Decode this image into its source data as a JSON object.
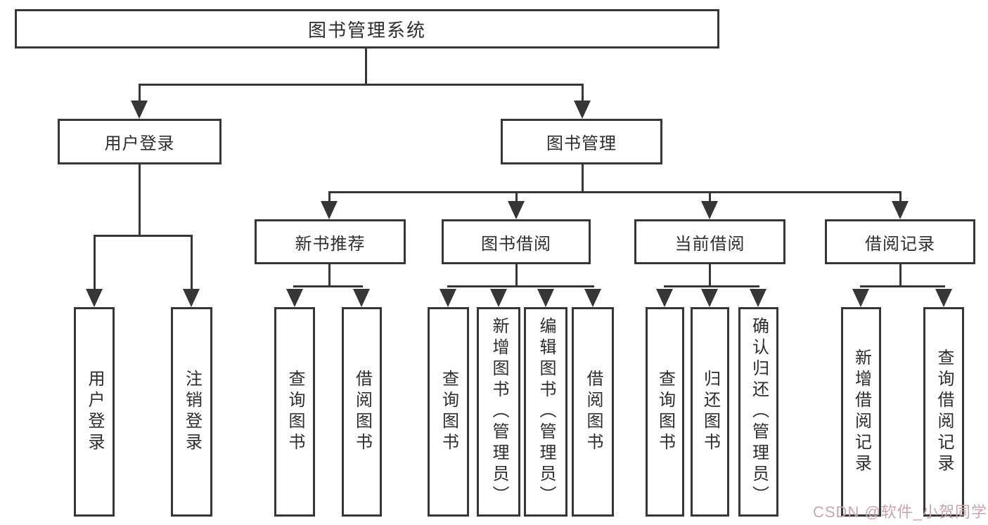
{
  "diagram": {
    "title": "图书管理系统",
    "level1": [
      {
        "label": "用户登录"
      },
      {
        "label": "图书管理"
      }
    ],
    "level2": [
      {
        "label": "新书推荐"
      },
      {
        "label": "图书借阅"
      },
      {
        "label": "当前借阅"
      },
      {
        "label": "借阅记录"
      }
    ],
    "leaves": [
      {
        "label": "用户登录"
      },
      {
        "label": "注销登录"
      },
      {
        "label": "查询图书"
      },
      {
        "label": "借阅图书"
      },
      {
        "label": "查询图书"
      },
      {
        "label": "新增图书（管理员）"
      },
      {
        "label": "编辑图书（管理员）"
      },
      {
        "label": "借阅图书"
      },
      {
        "label": "查询图书"
      },
      {
        "label": "归还图书"
      },
      {
        "label": "确认归还（管理员）"
      },
      {
        "label": "新增借阅记录"
      },
      {
        "label": "查询借阅记录"
      }
    ],
    "watermark": "CSDN @软件_小贺同学",
    "colors": {
      "line": "#363636",
      "box_border": "#363636",
      "text": "#2d2d2d",
      "watermark": "#c9a6ac",
      "background": "#ffffff"
    }
  }
}
